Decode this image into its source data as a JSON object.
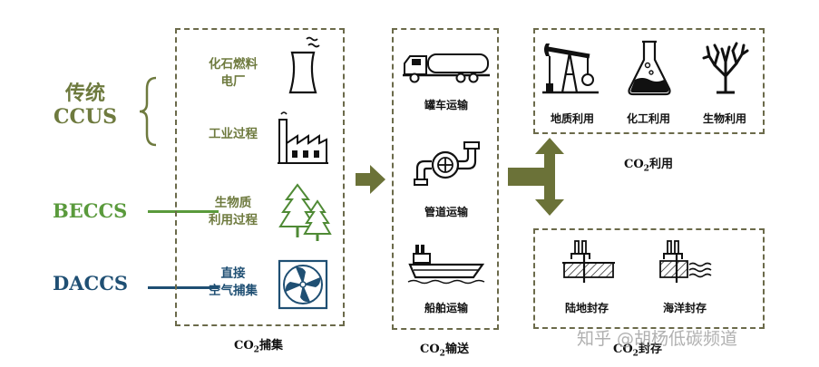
{
  "left_labels": {
    "ccus_line1": "传统",
    "ccus_line2": "CCUS",
    "beccs": "BECCS",
    "daccs": "DACCS"
  },
  "capture": {
    "items": [
      {
        "line1": "化石燃料",
        "line2": "电厂",
        "icon": "power-plant-icon"
      },
      {
        "line1": "工业过程",
        "line2": "",
        "icon": "factory-icon"
      },
      {
        "line1": "生物质",
        "line2": "利用过程",
        "icon": "forest-icon"
      },
      {
        "line1": "直接",
        "line2": "空气捕集",
        "icon": "fan-icon"
      }
    ],
    "caption_prefix": "CO",
    "caption_sub": "2",
    "caption_suffix": "捕集"
  },
  "transport": {
    "items": [
      {
        "label": "罐车运输",
        "icon": "tanker-truck-icon"
      },
      {
        "label": "管道运输",
        "icon": "pipeline-icon"
      },
      {
        "label": "船舶运输",
        "icon": "ship-icon"
      }
    ],
    "caption_prefix": "CO",
    "caption_sub": "2",
    "caption_suffix": "输送"
  },
  "utilization": {
    "items": [
      {
        "label": "地质利用",
        "icon": "oil-pump-icon"
      },
      {
        "label": "化工利用",
        "icon": "flask-icon"
      },
      {
        "label": "生物利用",
        "icon": "coral-icon"
      }
    ],
    "caption_prefix": "CO",
    "caption_sub": "2",
    "caption_suffix": "利用"
  },
  "storage": {
    "items": [
      {
        "label": "陆地封存",
        "icon": "land-storage-icon"
      },
      {
        "label": "海洋封存",
        "icon": "ocean-storage-icon"
      }
    ],
    "caption_prefix": "CO",
    "caption_sub": "2",
    "caption_suffix": "封存"
  },
  "watermark": "知乎 @胡杨低碳频道",
  "colors": {
    "olive": "#6e7a3e",
    "green": "#5a9a3c",
    "navy": "#1f4f73",
    "border": "#6b6a4a"
  }
}
